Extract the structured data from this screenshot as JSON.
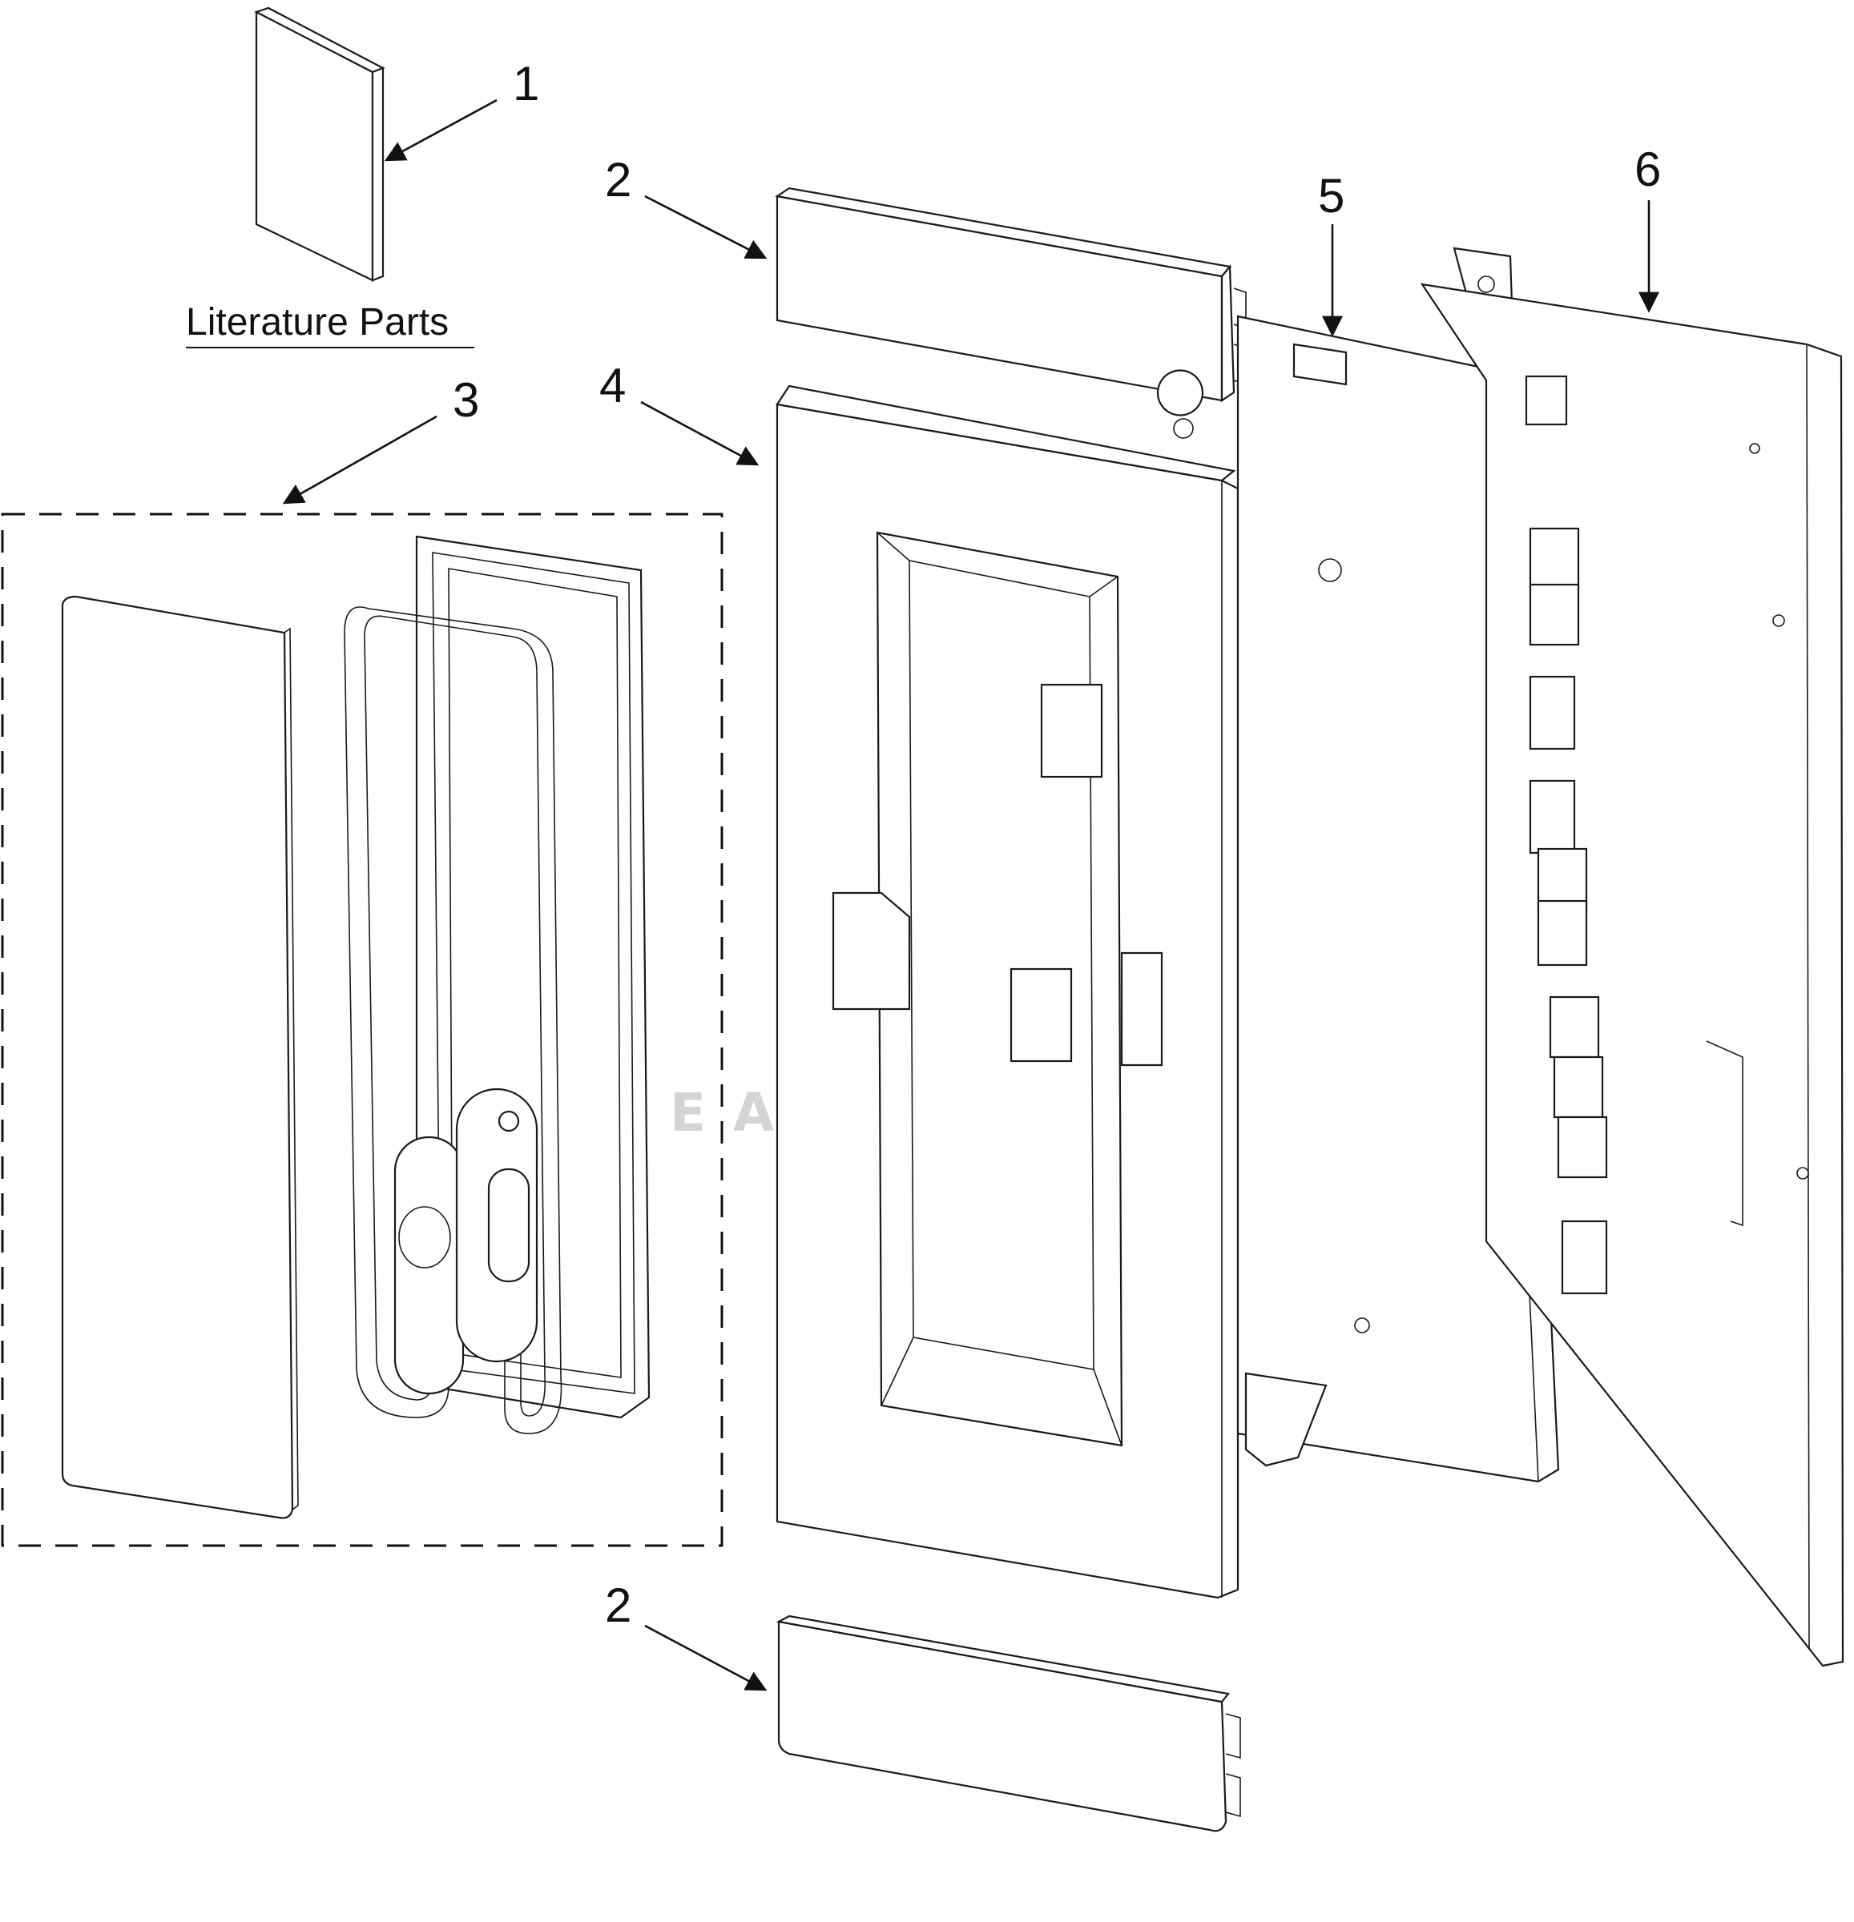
{
  "diagram": {
    "literature_caption": "Literature Parts",
    "watermark": "LEADVENTURE",
    "callouts": [
      {
        "id": "1",
        "label": "1"
      },
      {
        "id": "2a",
        "label": "2"
      },
      {
        "id": "3",
        "label": "3"
      },
      {
        "id": "4",
        "label": "4"
      },
      {
        "id": "5",
        "label": "5"
      },
      {
        "id": "6",
        "label": "6"
      },
      {
        "id": "2b",
        "label": "2"
      }
    ]
  }
}
